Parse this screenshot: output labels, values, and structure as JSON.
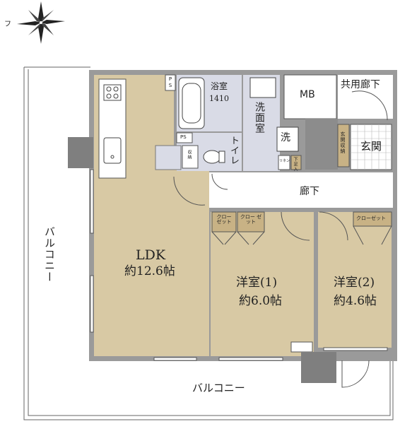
{
  "compass": {
    "north_label": "フ"
  },
  "rooms": {
    "ldk": {
      "name": "LDK",
      "area": "約12.6帖"
    },
    "western1": {
      "name": "洋室(1)",
      "area": "約6.0帖"
    },
    "western2": {
      "name": "洋室(2)",
      "area": "約4.6帖"
    },
    "bath": {
      "name": "浴室",
      "size": "1410"
    },
    "washroom": "洗面室",
    "toilet": "トイレ",
    "mb": "MB",
    "shared_corridor": "共用廊下",
    "entrance": "玄関",
    "entrance_storage": "玄関収納",
    "hallway": "廊下",
    "balcony_left": "バルコニー",
    "balcony_bottom": "バルコニー"
  },
  "fixtures": {
    "washer": "洗",
    "closet": "クロー ゼット",
    "closet_short": "クローゼット",
    "ps": "PS",
    "ps_vertical": "PS",
    "shoe_box": "下足入",
    "linen": "リネン",
    "toilet_storage": "収納"
  },
  "colors": {
    "wall": "#9a9a9a",
    "wood_floor": "#d8c9a4",
    "wet_area": "#d9dbe6",
    "closet": "#c8b285",
    "entrance_tile": "#ffffff",
    "dark_storage": "#8c8c8c",
    "pillar": "#7f7f7f"
  }
}
